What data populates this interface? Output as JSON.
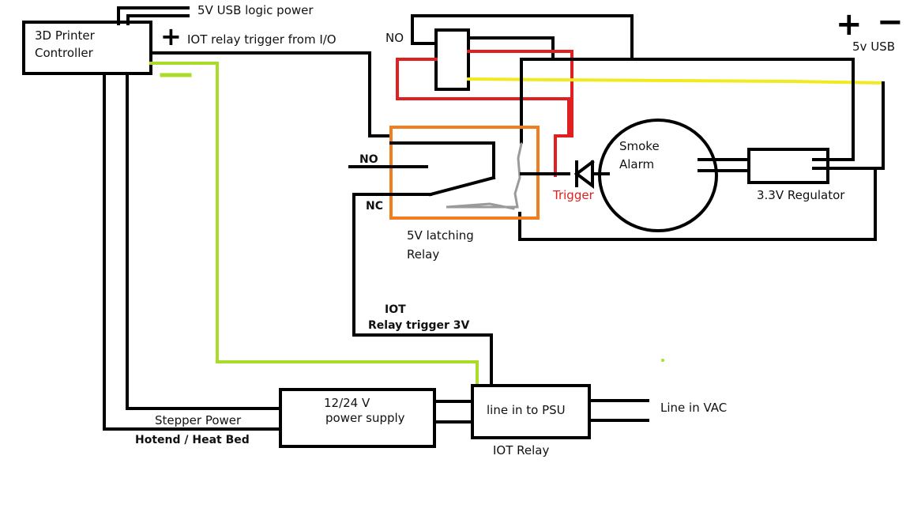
{
  "controller": {
    "line1": "3D Printer",
    "line2": "Controller"
  },
  "labels": {
    "usb_logic_power": "5V USB logic power",
    "iot_trigger_io": "IOT relay trigger from I/O",
    "no_top": "NO",
    "usb_5v": "5v USB",
    "no_relay": "NO",
    "nc_relay": "NC",
    "latching_relay_line1": "5V latching",
    "latching_relay_line2": "Relay",
    "smoke_alarm_line1": "Smoke",
    "smoke_alarm_line2": "Alarm",
    "trigger": "Trigger",
    "regulator": "3.3V Regulator",
    "iot_line1": "IOT",
    "iot_line2": "Relay trigger 3V",
    "psu_line1": "12/24 V",
    "psu_line2": "power supply",
    "iot_relay_box": "line in to PSU",
    "iot_relay": "IOT Relay",
    "line_in": "Line in  VAC",
    "stepper_power": "Stepper Power",
    "hotend": "Hotend / Heat Bed"
  },
  "symbols": {
    "plus": "+",
    "minus": "−"
  },
  "colors": {
    "wire": "#000000",
    "green_wire": "#a8dc28",
    "red_wire": "#e02020",
    "yellow_wire": "#f0ea20",
    "relay_outline": "#f07d1e",
    "trigger_text": "#e02020"
  }
}
